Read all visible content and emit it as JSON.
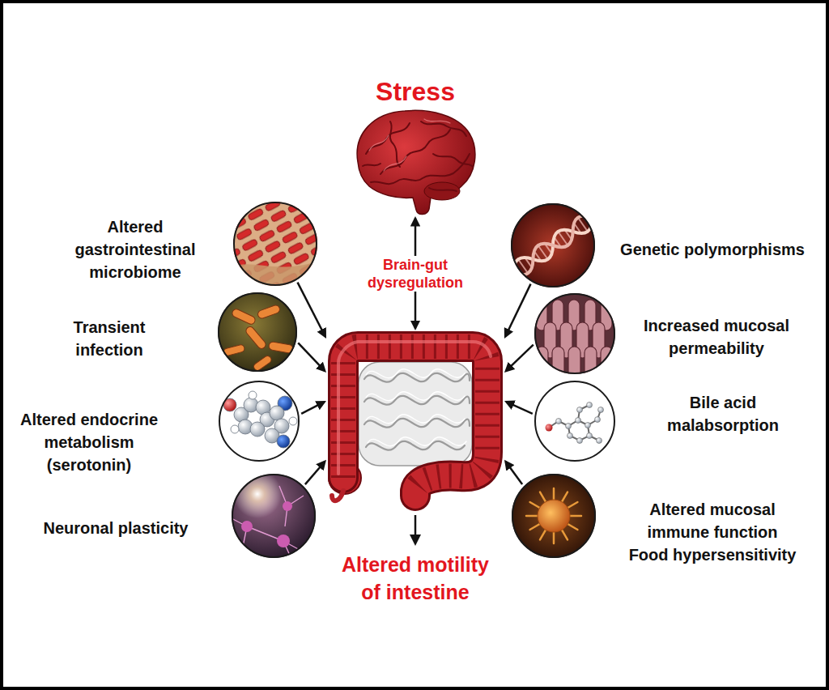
{
  "diagram": {
    "nodes": [
      {
        "text": [
          "Stress"
        ]
      },
      {
        "text": [
          "Altered gastrointestinal microbiome"
        ]
      },
      {
        "text": [
          "Genetic polymorphisms"
        ]
      },
      {
        "text": [
          "Transient infection"
        ]
      },
      {
        "text": [
          "Increased mucosal permeability"
        ]
      },
      {
        "text": [
          "Altered endocrine metabolism (serotonin)"
        ]
      },
      {
        "text": [
          "Bile acid malabsorption"
        ]
      },
      {
        "text": [
          "Neuronal plasticity"
        ]
      },
      {
        "text": [
          "Altered mucosal immune function",
          "Food hypersensitivity"
        ]
      },
      {
        "text": [
          "Altered motility of intestine"
        ]
      }
    ],
    "edges": [
      {
        "from": 1,
        "to": 9,
        "arrow": "to"
      },
      {
        "from": 2,
        "to": 9,
        "arrow": "to"
      },
      {
        "from": 3,
        "to": 9,
        "arrow": "to"
      },
      {
        "from": 4,
        "to": 9,
        "arrow": "to"
      },
      {
        "from": 5,
        "to": 9,
        "arrow": "to"
      },
      {
        "from": 6,
        "to": 9,
        "arrow": "to"
      },
      {
        "from": 7,
        "to": 9,
        "arrow": "to"
      },
      {
        "from": 8,
        "to": 9,
        "arrow": "to"
      },
      {
        "from": 9,
        "to": 0,
        "label": "Brain-gut dysregulation",
        "arrow": "both"
      }
    ]
  }
}
